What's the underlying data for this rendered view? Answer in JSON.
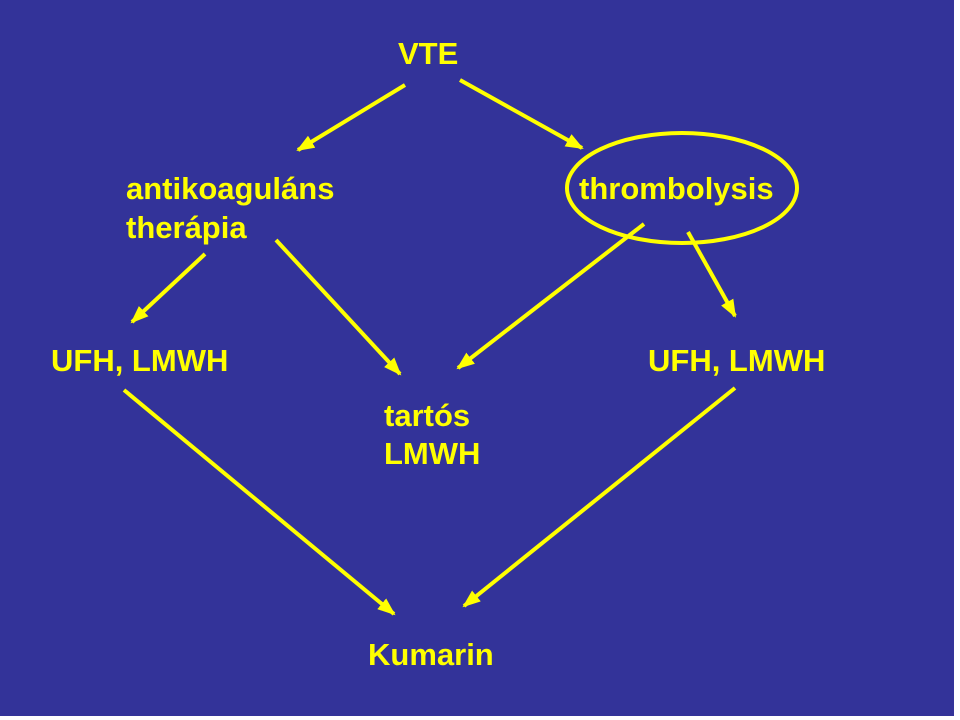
{
  "colors": {
    "background": "#333399",
    "text": "#ffff00",
    "arrow": "#ffff00",
    "ellipse": "#ffff00",
    "border": "#ffffff"
  },
  "nodes": {
    "vte": "VTE",
    "anticoag_line1": "antikoaguláns",
    "anticoag_line2": "therápia",
    "thrombolysis": "thrombolysis",
    "ufh_left": "UFH, LMWH",
    "ufh_right": "UFH, LMWH",
    "tartos_line1": "tartós",
    "tartos_line2": "LMWH",
    "kumarin": "Kumarin"
  },
  "edges": [
    {
      "from": "VTE",
      "to": "antikoaguláns therápia"
    },
    {
      "from": "VTE",
      "to": "thrombolysis"
    },
    {
      "from": "antikoaguláns therápia",
      "to": "UFH, LMWH (left)"
    },
    {
      "from": "antikoaguláns therápia",
      "to": "tartós LMWH"
    },
    {
      "from": "thrombolysis",
      "to": "tartós LMWH"
    },
    {
      "from": "thrombolysis",
      "to": "UFH, LMWH (right)"
    },
    {
      "from": "UFH, LMWH (left)",
      "to": "Kumarin"
    },
    {
      "from": "UFH, LMWH (right)",
      "to": "Kumarin"
    }
  ]
}
